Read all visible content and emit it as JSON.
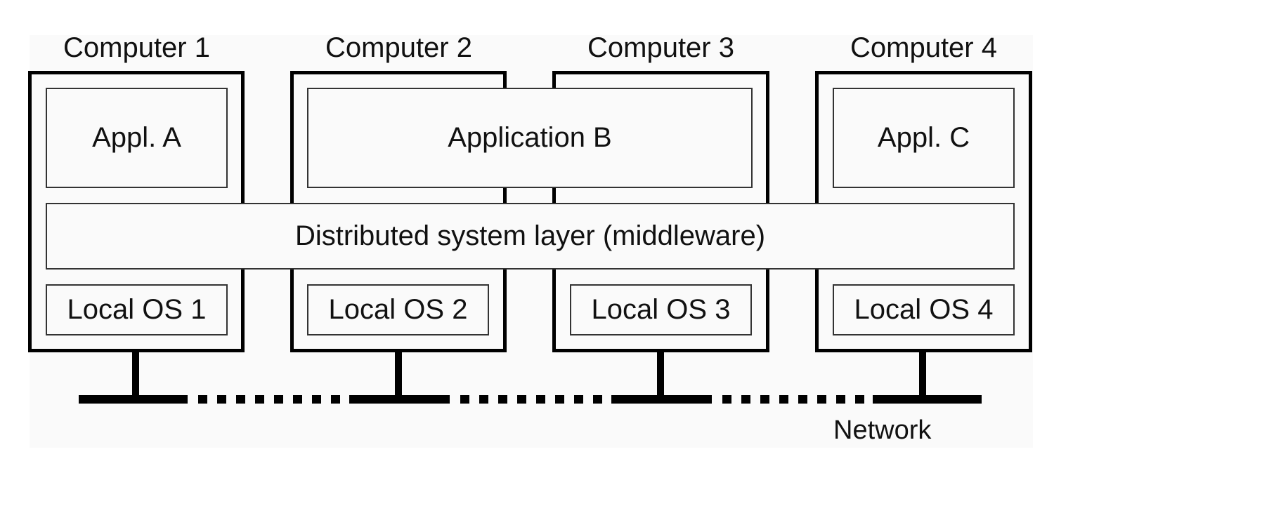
{
  "computers": [
    {
      "label": "Computer 1",
      "os": "Local OS 1"
    },
    {
      "label": "Computer 2",
      "os": "Local OS 2"
    },
    {
      "label": "Computer 3",
      "os": "Local OS 3"
    },
    {
      "label": "Computer 4",
      "os": "Local OS 4"
    }
  ],
  "applications": {
    "a": "Appl. A",
    "b": "Application B",
    "c": "Appl. C"
  },
  "middleware": "Distributed system layer (middleware)",
  "network": "Network"
}
